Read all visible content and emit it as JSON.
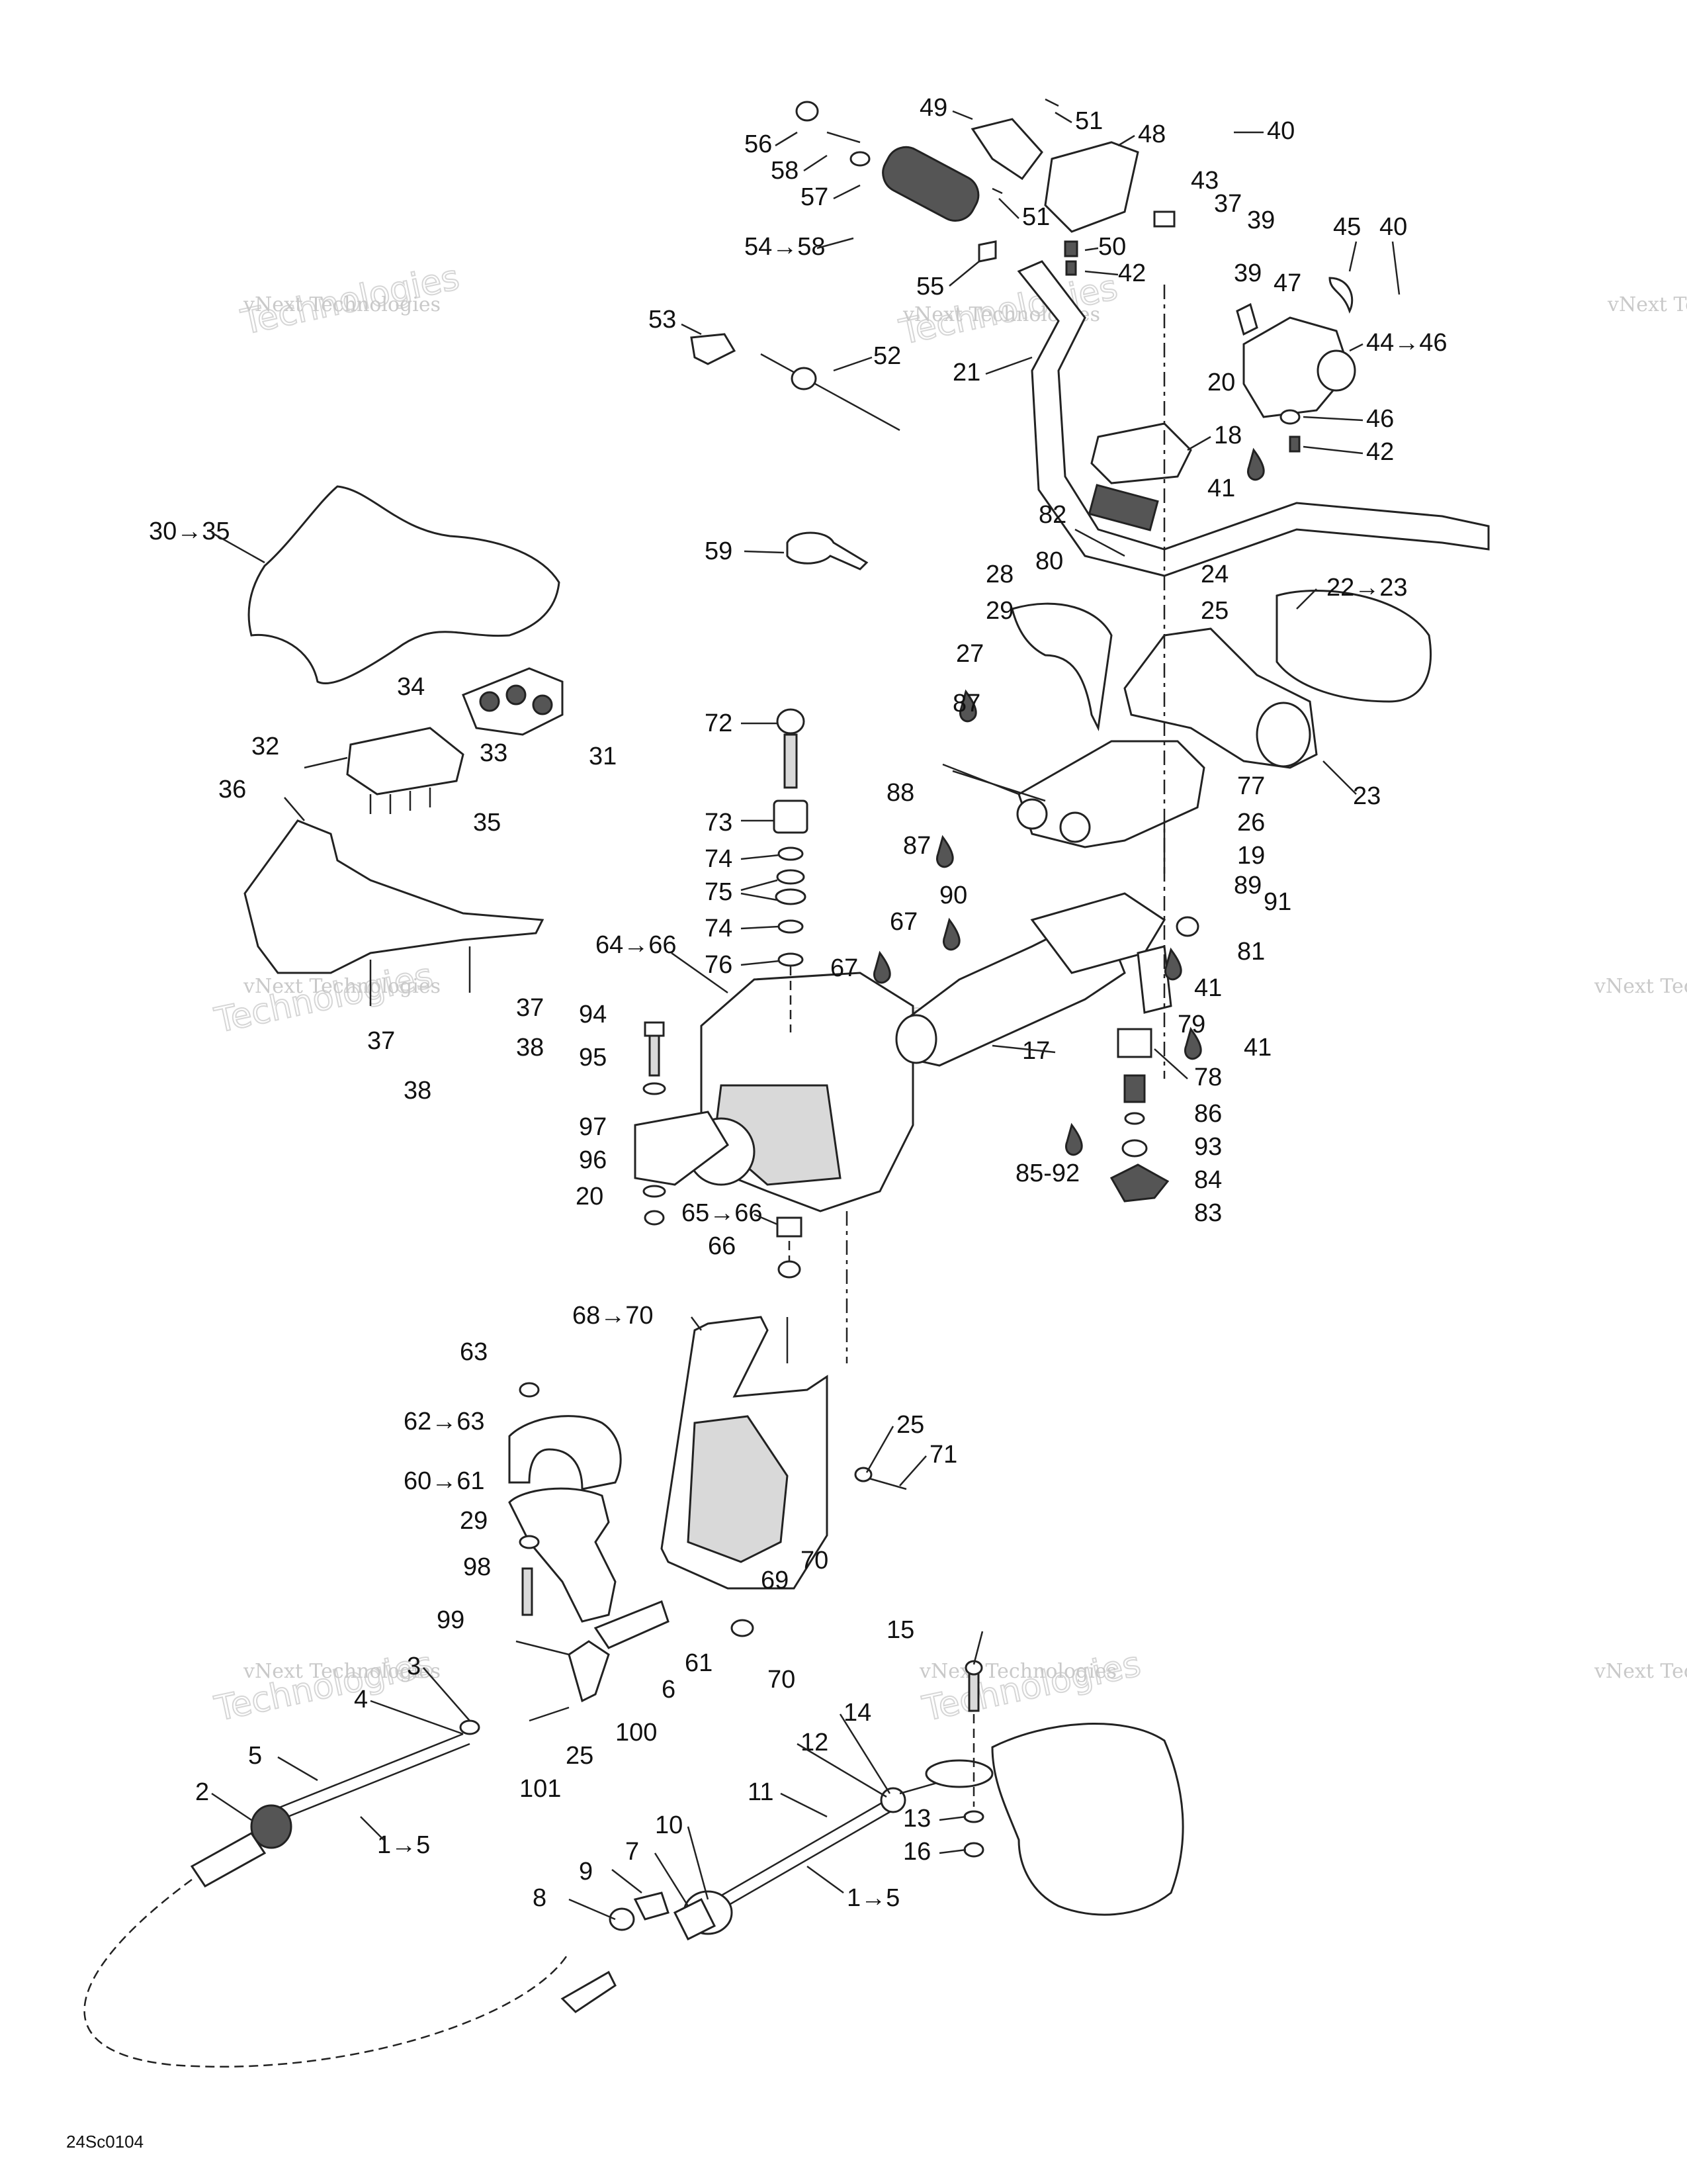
{
  "diagram": {
    "reference_code": "24Sc0104",
    "watermark_line1": "vNext Technologies",
    "watermark_line2": "Technologies",
    "watermark_small": "vNext Technologies",
    "callouts": [
      {
        "id": "c56",
        "text": "56"
      },
      {
        "id": "c58",
        "text": "58"
      },
      {
        "id": "c57",
        "text": "57"
      },
      {
        "id": "c49",
        "text": "49"
      },
      {
        "id": "c51a",
        "text": "51"
      },
      {
        "id": "c48",
        "text": "48"
      },
      {
        "id": "c40a",
        "text": "40"
      },
      {
        "id": "c54",
        "text": "54→58"
      },
      {
        "id": "c51b",
        "text": "51"
      },
      {
        "id": "c43",
        "text": "43"
      },
      {
        "id": "c37a",
        "text": "37"
      },
      {
        "id": "c39a",
        "text": "39"
      },
      {
        "id": "c50",
        "text": "50"
      },
      {
        "id": "c42a",
        "text": "42"
      },
      {
        "id": "c55",
        "text": "55"
      },
      {
        "id": "c45",
        "text": "45"
      },
      {
        "id": "c40b",
        "text": "40"
      },
      {
        "id": "c39b",
        "text": "39"
      },
      {
        "id": "c47",
        "text": "47"
      },
      {
        "id": "c53",
        "text": "53"
      },
      {
        "id": "c52",
        "text": "52"
      },
      {
        "id": "c21",
        "text": "21"
      },
      {
        "id": "c44",
        "text": "44→46"
      },
      {
        "id": "c20a",
        "text": "20"
      },
      {
        "id": "c46",
        "text": "46"
      },
      {
        "id": "c18",
        "text": "18"
      },
      {
        "id": "c42b",
        "text": "42"
      },
      {
        "id": "c41a",
        "text": "41"
      },
      {
        "id": "c30",
        "text": "30→35"
      },
      {
        "id": "c82",
        "text": "82"
      },
      {
        "id": "c59",
        "text": "59"
      },
      {
        "id": "c80",
        "text": "80"
      },
      {
        "id": "c28",
        "text": "28"
      },
      {
        "id": "c24",
        "text": "24"
      },
      {
        "id": "c22",
        "text": "22→23"
      },
      {
        "id": "c29a",
        "text": "29"
      },
      {
        "id": "c25a",
        "text": "25"
      },
      {
        "id": "c27",
        "text": "27"
      },
      {
        "id": "c34",
        "text": "34"
      },
      {
        "id": "c87a",
        "text": "87"
      },
      {
        "id": "c32",
        "text": "32"
      },
      {
        "id": "c33",
        "text": "33"
      },
      {
        "id": "c31",
        "text": "31"
      },
      {
        "id": "c72",
        "text": "72"
      },
      {
        "id": "c88",
        "text": "88"
      },
      {
        "id": "c77",
        "text": "77"
      },
      {
        "id": "c23",
        "text": "23"
      },
      {
        "id": "c36",
        "text": "36"
      },
      {
        "id": "c35",
        "text": "35"
      },
      {
        "id": "c73",
        "text": "73"
      },
      {
        "id": "c26",
        "text": "26"
      },
      {
        "id": "c74a",
        "text": "74"
      },
      {
        "id": "c87b",
        "text": "87"
      },
      {
        "id": "c19",
        "text": "19"
      },
      {
        "id": "c75",
        "text": "75"
      },
      {
        "id": "c90",
        "text": "90"
      },
      {
        "id": "c89",
        "text": "89"
      },
      {
        "id": "c91",
        "text": "91"
      },
      {
        "id": "c74b",
        "text": "74"
      },
      {
        "id": "c67a",
        "text": "67"
      },
      {
        "id": "c64",
        "text": "64→66"
      },
      {
        "id": "c76",
        "text": "76"
      },
      {
        "id": "c67b",
        "text": "67"
      },
      {
        "id": "c81",
        "text": "81"
      },
      {
        "id": "c37b",
        "text": "37"
      },
      {
        "id": "c41b",
        "text": "41"
      },
      {
        "id": "c94",
        "text": "94"
      },
      {
        "id": "c37c",
        "text": "37"
      },
      {
        "id": "c38a",
        "text": "38"
      },
      {
        "id": "c17",
        "text": "17"
      },
      {
        "id": "c79",
        "text": "79"
      },
      {
        "id": "c95",
        "text": "95"
      },
      {
        "id": "c41c",
        "text": "41"
      },
      {
        "id": "c38b",
        "text": "38"
      },
      {
        "id": "c78",
        "text": "78"
      },
      {
        "id": "c97",
        "text": "97"
      },
      {
        "id": "c86",
        "text": "86"
      },
      {
        "id": "c96",
        "text": "96"
      },
      {
        "id": "c93",
        "text": "93"
      },
      {
        "id": "c85",
        "text": "85-92"
      },
      {
        "id": "c84",
        "text": "84"
      },
      {
        "id": "c20b",
        "text": "20"
      },
      {
        "id": "c65",
        "text": "65→66"
      },
      {
        "id": "c83",
        "text": "83"
      },
      {
        "id": "c66",
        "text": "66"
      },
      {
        "id": "c68",
        "text": "68→70"
      },
      {
        "id": "c63a",
        "text": "63"
      },
      {
        "id": "c62",
        "text": "62→63"
      },
      {
        "id": "c25b",
        "text": "25"
      },
      {
        "id": "c71",
        "text": "71"
      },
      {
        "id": "c60",
        "text": "60→61"
      },
      {
        "id": "c29b",
        "text": "29"
      },
      {
        "id": "c70a",
        "text": "70"
      },
      {
        "id": "c98",
        "text": "98"
      },
      {
        "id": "c69",
        "text": "69"
      },
      {
        "id": "c99",
        "text": "99"
      },
      {
        "id": "c3",
        "text": "3"
      },
      {
        "id": "c61",
        "text": "61"
      },
      {
        "id": "c70b",
        "text": "70"
      },
      {
        "id": "c6",
        "text": "6"
      },
      {
        "id": "c15",
        "text": "15"
      },
      {
        "id": "c4",
        "text": "4"
      },
      {
        "id": "c100",
        "text": "100"
      },
      {
        "id": "c14",
        "text": "14"
      },
      {
        "id": "c5",
        "text": "5"
      },
      {
        "id": "c25c",
        "text": "25"
      },
      {
        "id": "c101",
        "text": "101"
      },
      {
        "id": "c12",
        "text": "12"
      },
      {
        "id": "c2",
        "text": "2"
      },
      {
        "id": "c11",
        "text": "11"
      },
      {
        "id": "c1a",
        "text": "1→5"
      },
      {
        "id": "c13",
        "text": "13"
      },
      {
        "id": "c10",
        "text": "10"
      },
      {
        "id": "c16",
        "text": "16"
      },
      {
        "id": "c9",
        "text": "9"
      },
      {
        "id": "c7",
        "text": "7"
      },
      {
        "id": "c1b",
        "text": "1→5"
      },
      {
        "id": "c8",
        "text": "8"
      }
    ]
  }
}
